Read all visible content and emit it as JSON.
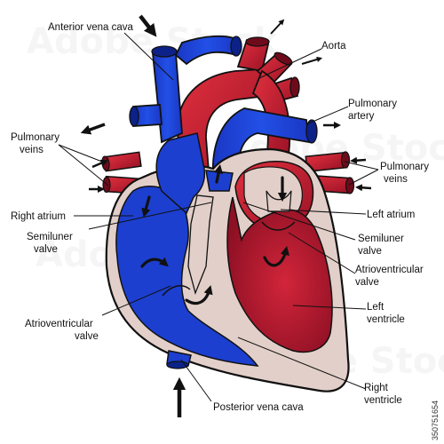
{
  "labels": {
    "anterior_vena_cava": "Anterior vena cava",
    "aorta": "Aorta",
    "pulmonary_artery_1": "Pulmonary",
    "pulmonary_artery_2": "artery",
    "pulmonary_veins_left_1": "Pulmonary",
    "pulmonary_veins_left_2": "veins",
    "pulmonary_veins_right_1": "Pulmonary",
    "pulmonary_veins_right_2": "veins",
    "right_atrium": "Right atrium",
    "left_atrium": "Left atrium",
    "semilunar_left_1": "Semiluner",
    "semilunar_left_2": "valve",
    "semilunar_right_1": "Semiluner",
    "semilunar_right_2": "valve",
    "atrioventricular_right_1": "Atrioventricular",
    "atrioventricular_right_2": "valve",
    "atrioventricular_left_1": "Atrioventricular",
    "atrioventricular_left_2": "valve",
    "left_ventricle_1": "Left",
    "left_ventricle_2": "ventricle",
    "right_ventricle_1": "Right",
    "right_ventricle_2": "ventricle",
    "posterior_vena_cava": "Posterior vena cava"
  },
  "stock_id": "350751654",
  "colors": {
    "deoxygenated": "#1c3fcf",
    "oxygenated": "#c51f36",
    "tissue": "#e2cfc9",
    "outline": "#111111"
  }
}
